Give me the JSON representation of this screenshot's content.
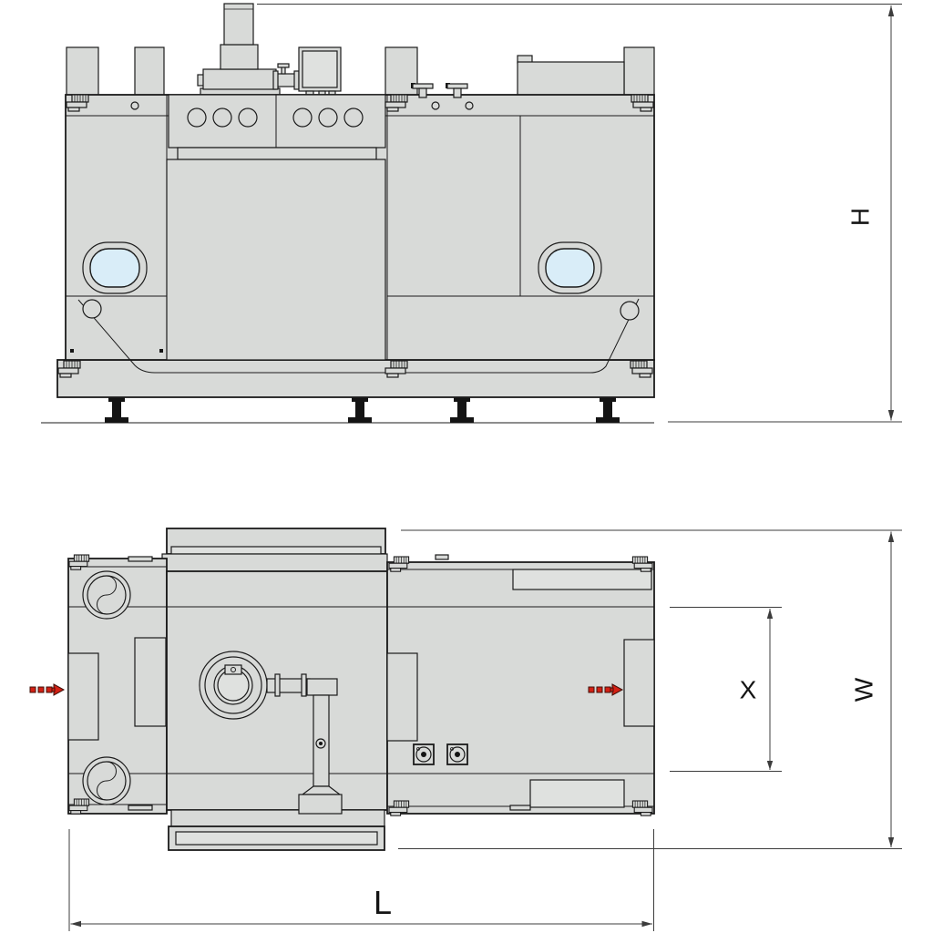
{
  "drawing": {
    "dimension_labels": {
      "height": "H",
      "width": "W",
      "working_width": "X",
      "length": "L"
    },
    "icons": {
      "left_flow": "product-flow-arrow",
      "right_flow": "product-flow-arrow"
    },
    "colors": {
      "background": "#ffffff",
      "machine_fill": "#d8dad8",
      "outline": "#1b1b1b",
      "window_glass": "#d9edf8",
      "flow_arrow_red": "#d42014",
      "dimension_line": "#3c3c3c"
    }
  }
}
